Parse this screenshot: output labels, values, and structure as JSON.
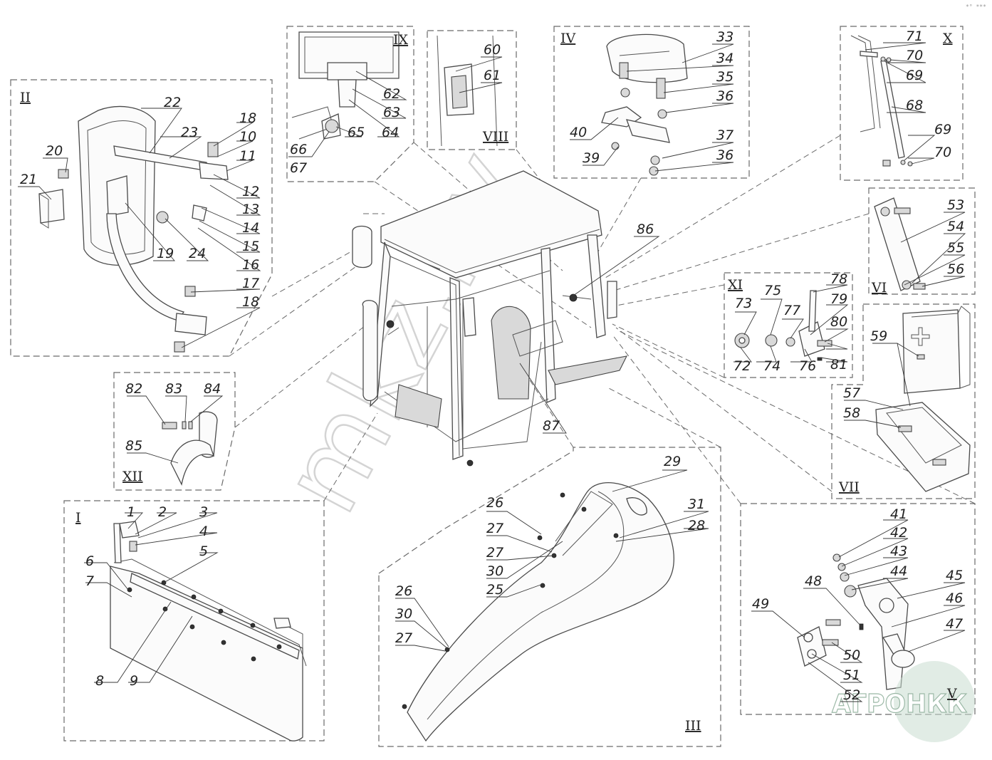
{
  "views": [
    "I",
    "II",
    "III",
    "IV",
    "V",
    "VI",
    "VII",
    "VIII",
    "IX",
    "X",
    "XI",
    "XII"
  ],
  "labels": {
    "n1": "1",
    "n2": "2",
    "n3": "3",
    "n4": "4",
    "n5": "5",
    "n6": "6",
    "n7": "7",
    "n8": "8",
    "n9": "9",
    "n10": "10",
    "n11": "11",
    "n12": "12",
    "n13": "13",
    "n14": "14",
    "n15": "15",
    "n16": "16",
    "n17": "17",
    "n18a": "18",
    "n18b": "18",
    "n19": "19",
    "n20": "20",
    "n21": "21",
    "n22": "22",
    "n23": "23",
    "n24": "24",
    "n25a": "25",
    "n26a": "26",
    "n26b": "26",
    "n27a": "27",
    "n27b": "27",
    "n27c": "27",
    "n28": "28",
    "n29": "29",
    "n30a": "30",
    "n30b": "30",
    "n31": "31",
    "n33": "33",
    "n34": "34",
    "n35": "35",
    "n36a": "36",
    "n36b": "36",
    "n37": "37",
    "n39": "39",
    "n40": "40",
    "n41": "41",
    "n42": "42",
    "n43": "43",
    "n44": "44",
    "n45": "45",
    "n46": "46",
    "n47": "47",
    "n48": "48",
    "n49": "49",
    "n50": "50",
    "n51": "51",
    "n52": "52",
    "n53": "53",
    "n54": "54",
    "n55": "55",
    "n56": "56",
    "n57": "57",
    "n58": "58",
    "n59": "59",
    "n60": "60",
    "n61": "61",
    "n62": "62",
    "n63": "63",
    "n64": "64",
    "n65": "65",
    "n66": "66",
    "n67": "67",
    "n68": "68",
    "n69a": "69",
    "n69b": "69",
    "n70a": "70",
    "n70b": "70",
    "n71": "71",
    "n72": "72",
    "n73": "73",
    "n74": "74",
    "n75": "75",
    "n76": "76",
    "n77": "77",
    "n78": "78",
    "n79": "79",
    "n80": "80",
    "n81": "81",
    "n82": "82",
    "n83": "83",
    "n84": "84",
    "n85": "85",
    "n86": "86",
    "n87": "87"
  },
  "watermark": "mkz.by",
  "logo": "АГРОНКК",
  "corner_mark": "*° ***",
  "colors": {
    "line": "#4a4a4a",
    "frame": "#6a6a6a",
    "logo": "#c9dccf"
  }
}
